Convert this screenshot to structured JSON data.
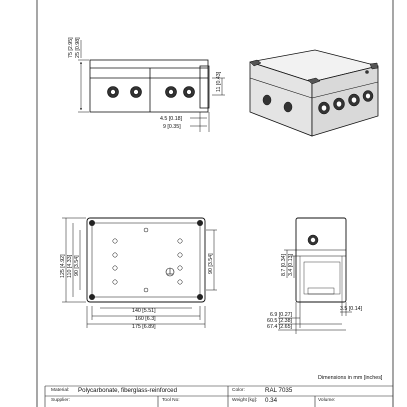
{
  "units_note": "Dimensions in mm [inches]",
  "title_block": {
    "material_label": "Material:",
    "material_value": "Polycarbonate, fiberglass-reinforced",
    "color_label": "Color:",
    "color_value": "RAL 7035",
    "supplier_label": "Supplier:",
    "tool_label": "Tool No:",
    "weight_label": "Weight [kg]:",
    "weight_value": "0.34",
    "volume_label": "Volume:"
  },
  "side_view": {
    "dims": {
      "overall_height": "75 [2.95]",
      "lid_height": "25 [0.98]",
      "rib_height": "11 [0.43]",
      "hinge_a": "4.5 [0.18]",
      "hinge_b": "9 [0.35]"
    }
  },
  "top_view": {
    "dims": {
      "height_125": "125 [4.92]",
      "height_110": "110 [4.33]",
      "height_90": "90 [3.54]",
      "height_90_right": "90 [3.54]",
      "width_140": "140 [5.51]",
      "width_160": "160 [6.3]",
      "width_175": "175 [6.89]"
    }
  },
  "end_view": {
    "dims": {
      "v_8_7": "8.7 [0.34]",
      "v_3_4": "3.4 [0.13]",
      "w_3_5": "3.5 [0.14]",
      "w_6_9": "6.9 [0.27]",
      "w_60_5": "60.5 [2.38]",
      "w_67_4": "67.4 [2.65]"
    }
  }
}
